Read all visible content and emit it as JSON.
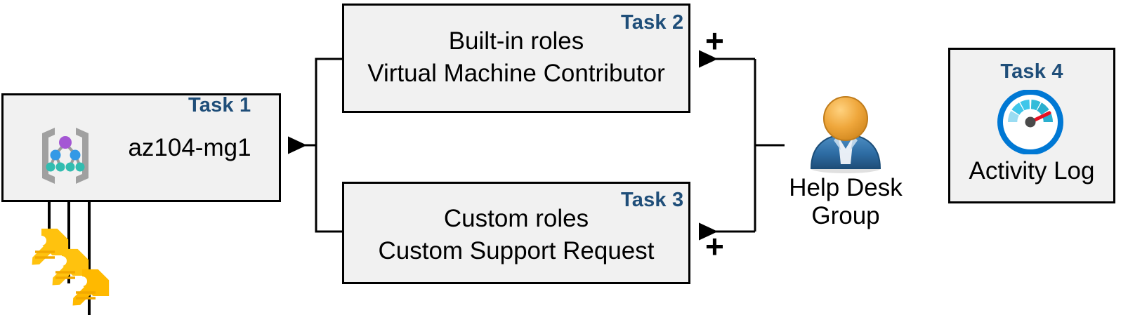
{
  "diagram": {
    "title": "Azure RBAC task diagram",
    "colors": {
      "task_label": "#1F4E79",
      "box_fill": "#F1F1F1",
      "box_border": "#000000",
      "connector": "#000000",
      "key_icon": "#FFC20E",
      "person_head": "#E8A33D",
      "person_body": "#2E6DA4",
      "gauge_ring": "#0078D4",
      "gauge_needle": "#E81123",
      "mg_root_node": "#A457D4",
      "mg_mid_node": "#3399E6",
      "mg_leaf_node": "#32BDB0",
      "mg_bracket": "#A0A0A0"
    }
  },
  "nodes": {
    "task1": {
      "label": "Task 1",
      "text": "az104-mg1",
      "icon": "management-group-icon"
    },
    "task2": {
      "label": "Task 2",
      "line1": "Built-in roles",
      "line2": "Virtual Machine Contributor"
    },
    "task3": {
      "label": "Task 3",
      "line1": "Custom roles",
      "line2": "Custom Support Request"
    },
    "task4": {
      "label": "Task 4",
      "text": "Activity Log",
      "icon": "activity-log-gauge-icon"
    },
    "group": {
      "line1": "Help Desk",
      "line2": "Group",
      "icon": "user-group-icon"
    },
    "keys": {
      "icon": "keys-icon",
      "count": 3
    }
  },
  "connectors": {
    "plus_top": "+",
    "plus_bottom": "+"
  }
}
